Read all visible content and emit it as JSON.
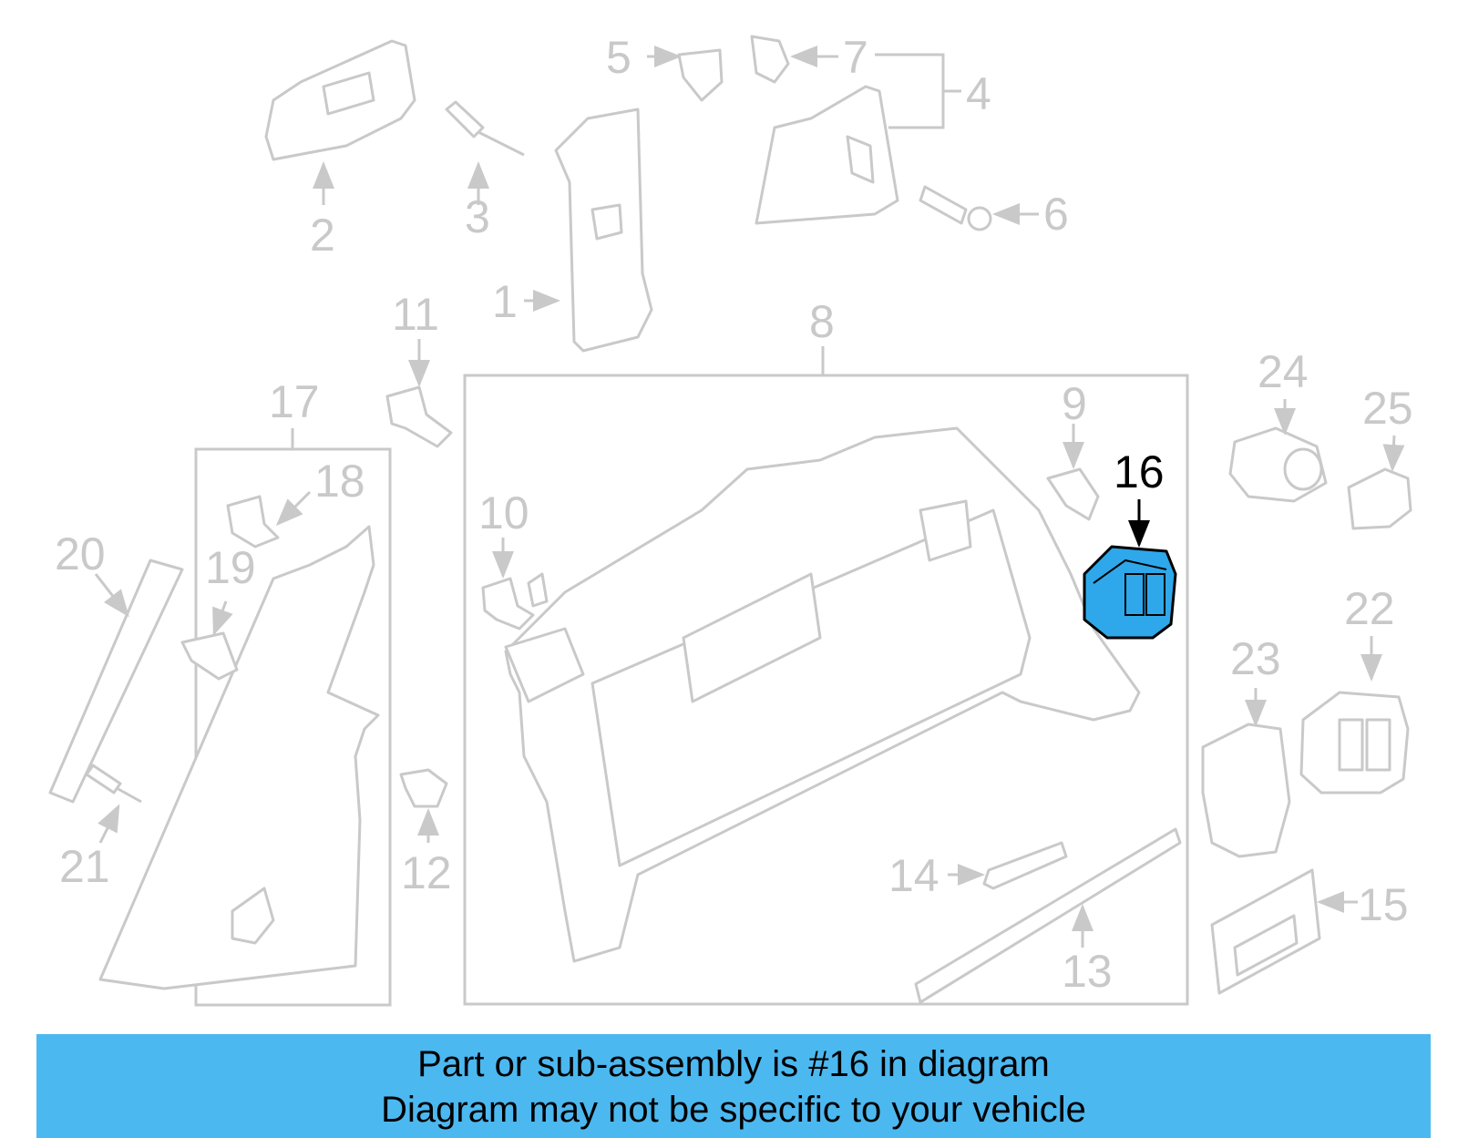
{
  "diagram": {
    "callouts": [
      "1",
      "2",
      "3",
      "4",
      "5",
      "6",
      "7",
      "8",
      "9",
      "10",
      "11",
      "12",
      "13",
      "14",
      "15",
      "16",
      "17",
      "18",
      "19",
      "20",
      "21",
      "22",
      "23",
      "24",
      "25"
    ],
    "highlighted_callout": "16"
  },
  "banner": {
    "line1": "Part or sub-assembly is #16 in diagram",
    "line2": "Diagram may not be specific to your vehicle"
  },
  "colors": {
    "banner_bg": "#4cb8f0",
    "highlight_fill": "#2ea8ea",
    "line_gray": "#c9c9c9"
  }
}
